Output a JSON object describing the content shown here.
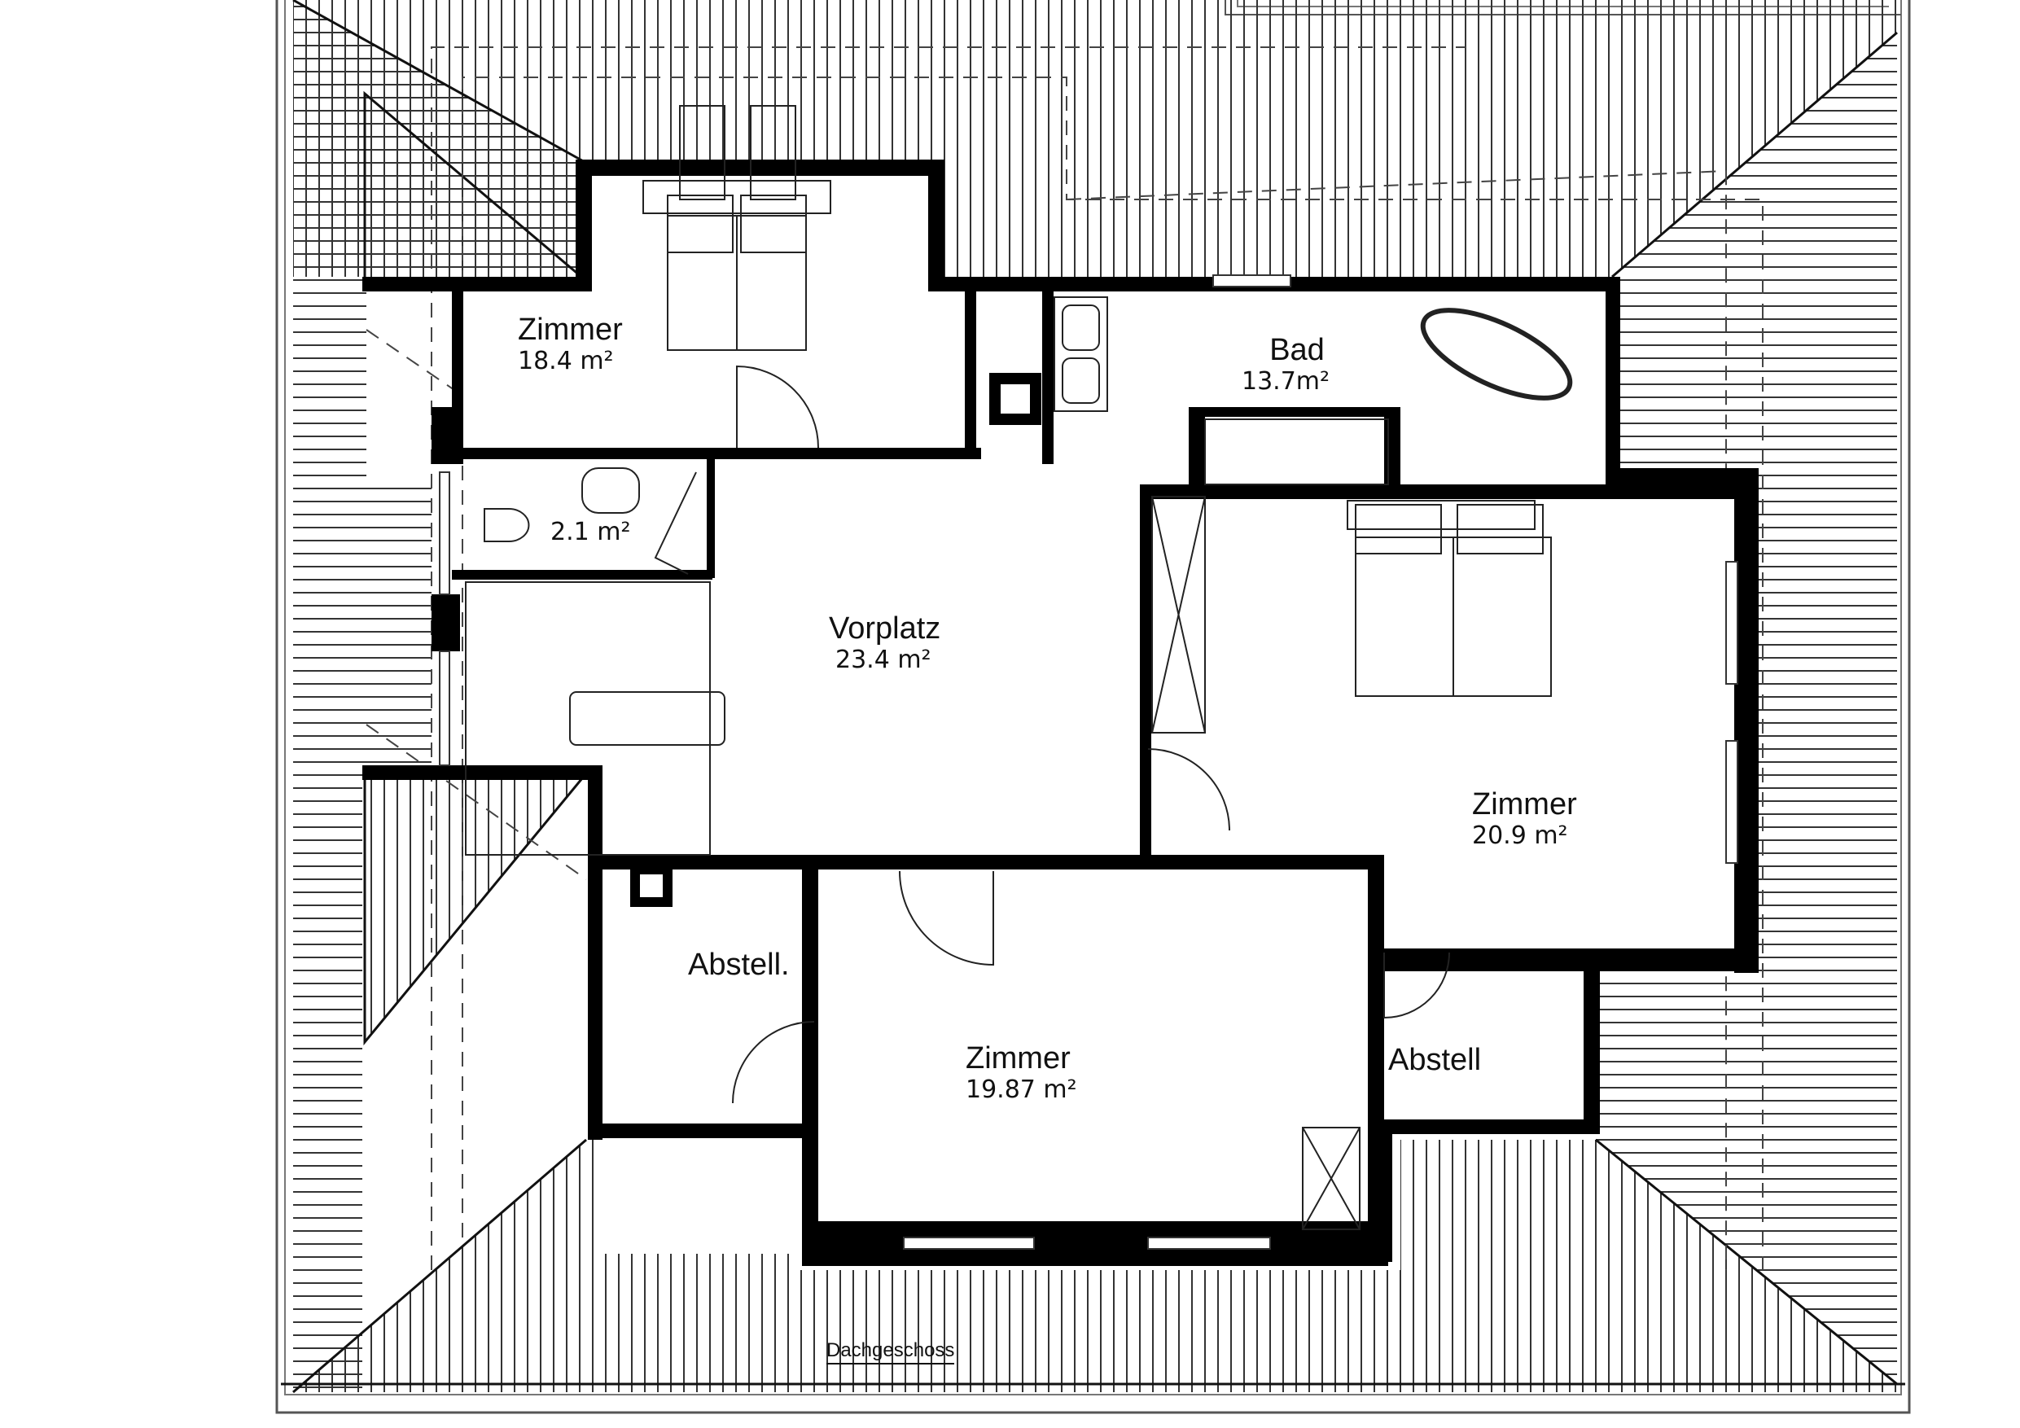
{
  "drawing": {
    "title": "Dachgeschoss",
    "type": "floor plan",
    "colors": {
      "wall": "#000000",
      "line": "#222222",
      "background": "#ffffff",
      "dashed": "#333333"
    }
  },
  "rooms": [
    {
      "id": "zimmer-nw",
      "name": "Zimmer",
      "area": "18.4 m²"
    },
    {
      "id": "wc",
      "name": "",
      "area": "2.1 m²"
    },
    {
      "id": "bad",
      "name": "Bad",
      "area": "13.7m²"
    },
    {
      "id": "vorplatz",
      "name": "Vorplatz",
      "area": "23.4 m²"
    },
    {
      "id": "zimmer-east",
      "name": "Zimmer",
      "area": "20.9 m²"
    },
    {
      "id": "abstell-west",
      "name": "Abstell.",
      "area": ""
    },
    {
      "id": "zimmer-south",
      "name": "Zimmer",
      "area": "19.87 m²"
    },
    {
      "id": "abstell-east",
      "name": "Abstell",
      "area": ""
    }
  ]
}
